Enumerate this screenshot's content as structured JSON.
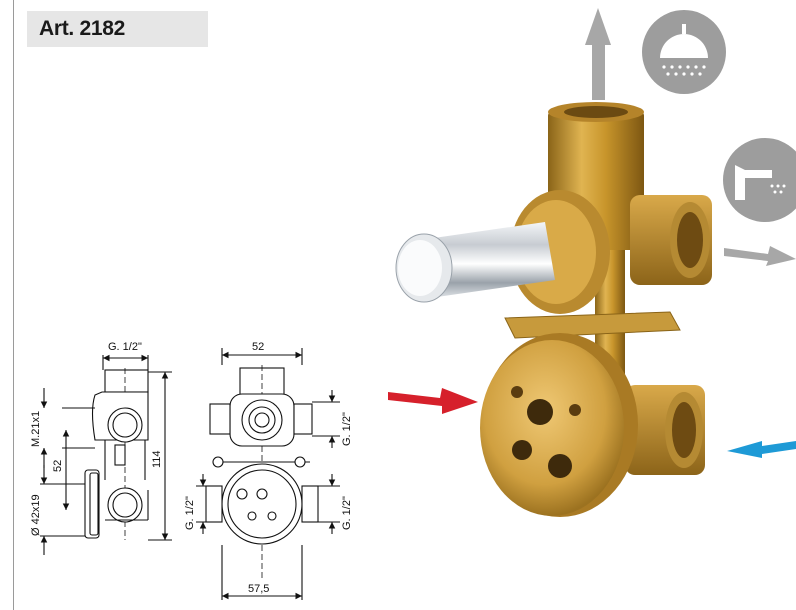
{
  "article": {
    "code": "Art. 2182"
  },
  "dimensions": {
    "side_top_thread": "G. 1/2\"",
    "side_m21": "M.21x1",
    "side_52": "52",
    "side_42": "Ø 42x19",
    "side_114": "114",
    "front_top_width": "52",
    "front_right_upper": "G. 1/2\"",
    "front_left_lower": "G. 1/2\"",
    "front_right_lower": "G. 1/2\"",
    "front_bottom_width": "57,5"
  },
  "icons": [
    "shower-icon",
    "bath-spout-icon"
  ],
  "colors": {
    "hot_arrow": "#d6202b",
    "cold_arrow": "#1e9ad6",
    "outlet_arrow": "#a7a7a7",
    "brass": "#c9982e",
    "chrome": "#d8dde2"
  }
}
